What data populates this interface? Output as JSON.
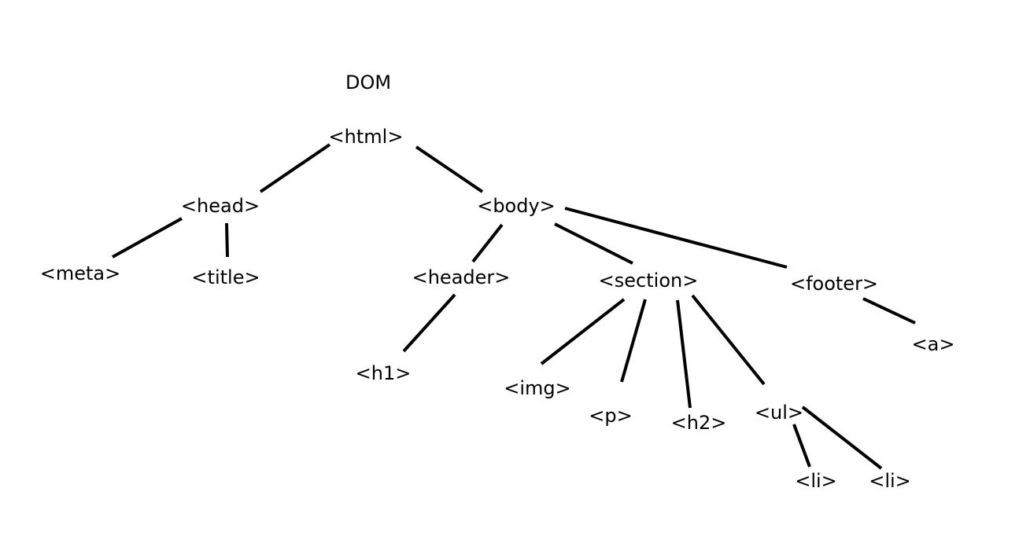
{
  "diagram": {
    "title": "DOM",
    "nodes": {
      "html": "<html>",
      "head": "<head>",
      "body": "<body>",
      "meta": "<meta>",
      "title": "<title>",
      "header": "<header>",
      "section": "<section>",
      "footer": "<footer>",
      "h1": "<h1>",
      "img": "<img>",
      "p": "<p>",
      "h2": "<h2>",
      "ul": "<ul>",
      "a": "<a>",
      "li_1": "<li>",
      "li_2": "<li>"
    },
    "edges": [
      [
        "html",
        "head"
      ],
      [
        "html",
        "body"
      ],
      [
        "head",
        "meta"
      ],
      [
        "head",
        "title"
      ],
      [
        "body",
        "header"
      ],
      [
        "body",
        "section"
      ],
      [
        "body",
        "footer"
      ],
      [
        "header",
        "h1"
      ],
      [
        "section",
        "img"
      ],
      [
        "section",
        "p"
      ],
      [
        "section",
        "h2"
      ],
      [
        "section",
        "ul"
      ],
      [
        "footer",
        "a"
      ],
      [
        "ul",
        "li_1"
      ],
      [
        "ul",
        "li_2"
      ]
    ]
  }
}
